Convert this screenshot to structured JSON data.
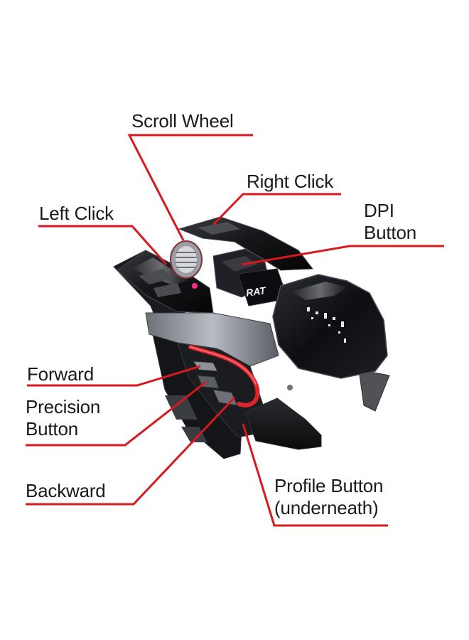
{
  "image": {
    "subject": "gaming-mouse",
    "leader_line_color": "#d7191f",
    "mouse_color": "#141416",
    "accent_color": "#e0242c",
    "background_color": "#ffffff"
  },
  "labels": {
    "scroll_wheel": "Scroll Wheel",
    "right_click": "Right Click",
    "left_click": "Left Click",
    "dpi_line1": "DPI",
    "dpi_line2": "Button",
    "forward": "Forward",
    "precision_line1": "Precision",
    "precision_line2": "Button",
    "backward": "Backward",
    "profile_line1": "Profile Button",
    "profile_line2": "(underneath)"
  },
  "product_markings": {
    "logo_text": "RAT"
  }
}
